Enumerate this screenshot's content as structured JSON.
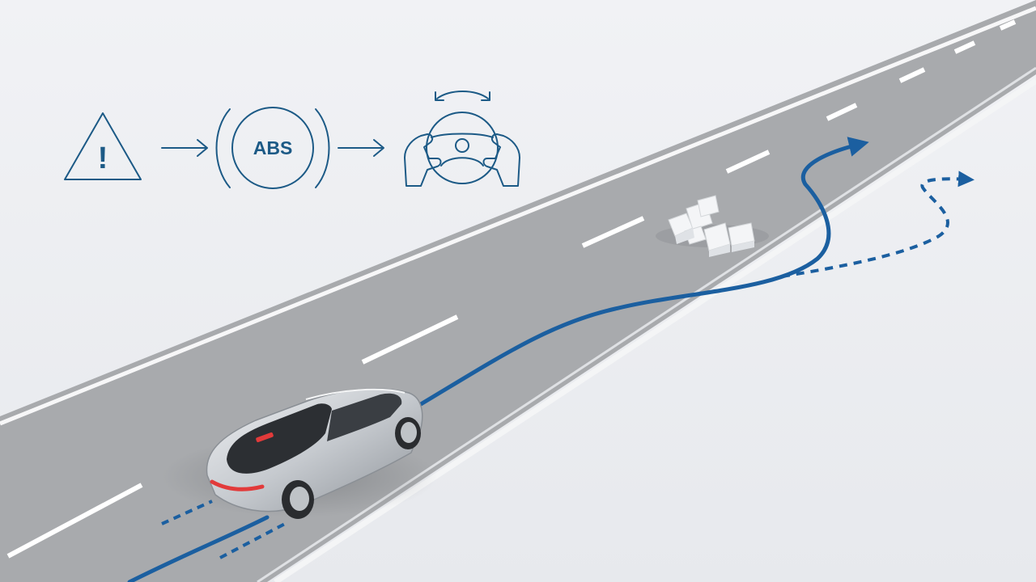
{
  "colors": {
    "background": "#eceef2",
    "road": "#a8aaad",
    "road_edge_line": "#f7f7f8",
    "lane_dash": "#ffffff",
    "icon_stroke": "#1c5a86",
    "trajectory_blue": "#1b5fa0",
    "car_body": "#c9cdd1",
    "car_glass": "#2c2f33",
    "brake_light": "#e23a3a"
  },
  "icons": {
    "warning": "warning-triangle-icon",
    "arrow_1": "arrow-right-icon",
    "abs": "abs-brake-icon",
    "arrow_2": "arrow-right-icon",
    "steering": "steering-wheel-hands-icon"
  },
  "abs_label": "ABS",
  "warning_glyph": "!",
  "scene_elements": {
    "car": "silver-sedan",
    "obstacle": "boxes-on-road",
    "path_solid": "evasive-path-with-abs",
    "path_dashed": "path-without-abs"
  }
}
